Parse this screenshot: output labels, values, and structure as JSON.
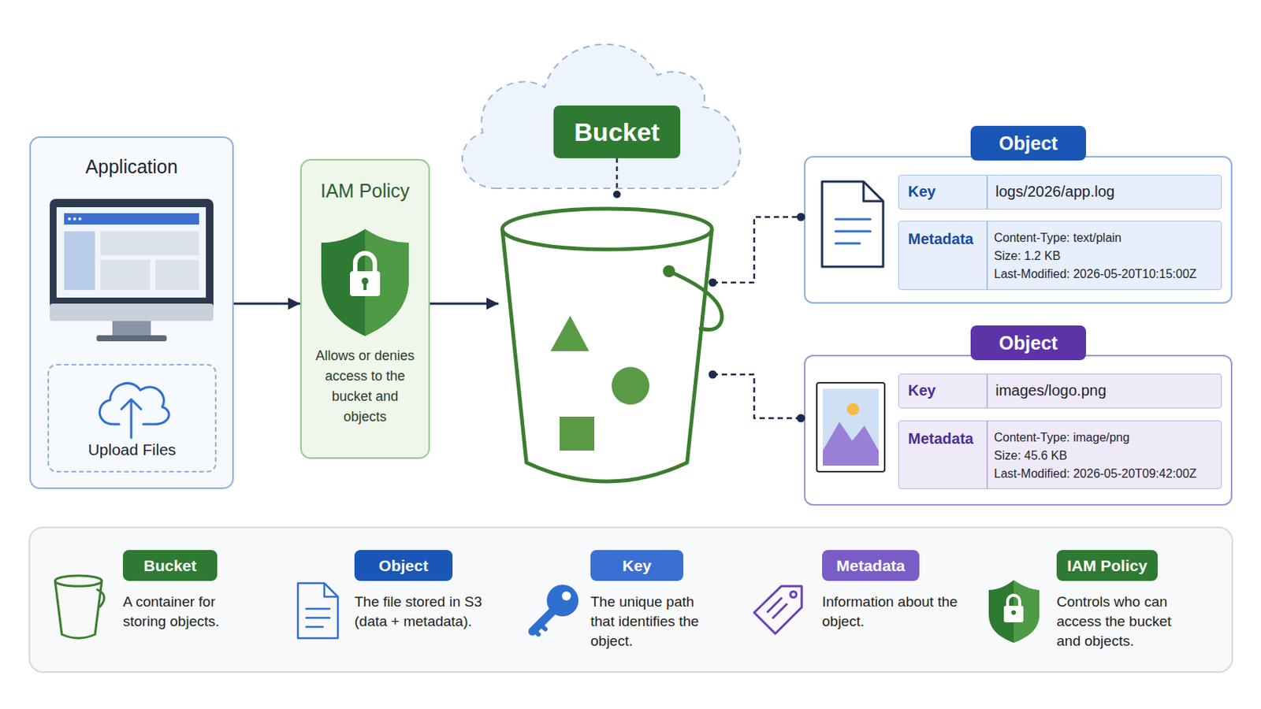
{
  "diagram": {
    "nodes": [
      {
        "text": [
          "Application"
        ]
      },
      {
        "text": [
          "Upload Files"
        ],
        "in": 0
      },
      {
        "text": [
          "IAM Policy",
          "Allows or denies access to the bucket and objects"
        ]
      },
      {
        "text": [
          "Bucket"
        ]
      },
      {
        "text": [
          "Object"
        ]
      },
      {
        "text": [
          "Key",
          "logs/2026/app.log"
        ],
        "in": 4
      },
      {
        "text": [
          "Metadata",
          "Content-Type: text/plain",
          "Size: 1.2 KB",
          "Last-Modified: 2026-05-20T10:15:00Z"
        ],
        "in": 4
      },
      {
        "text": [
          "Object"
        ]
      },
      {
        "text": [
          "Key",
          "images/logo.png"
        ],
        "in": 7
      },
      {
        "text": [
          "Metadata",
          "Content-Type: image/png",
          "Size: 45.6 KB",
          "Last-Modified: 2026-05-20T09:42:00Z"
        ],
        "in": 7
      },
      {
        "text": [
          "Bucket"
        ]
      },
      {
        "text": [
          "Object"
        ]
      },
      {
        "text": [
          "Key"
        ]
      },
      {
        "text": [
          "Metadata"
        ]
      },
      {
        "text": [
          "IAM Policy"
        ]
      }
    ],
    "edges": [
      {
        "from": 0,
        "to": 2,
        "arrow": "to"
      },
      {
        "from": 2,
        "to": 3,
        "arrow": "to"
      },
      {
        "from": 3,
        "to": 4,
        "arrow": "none"
      },
      {
        "from": 3,
        "to": 7,
        "arrow": "none"
      }
    ],
    "labels": [
      "A container for storing objects.",
      "The file stored in S3 (data + metadata).",
      "The unique path that identifies the object.",
      "Information about the object.",
      "Controls who can access the bucket and objects."
    ]
  }
}
